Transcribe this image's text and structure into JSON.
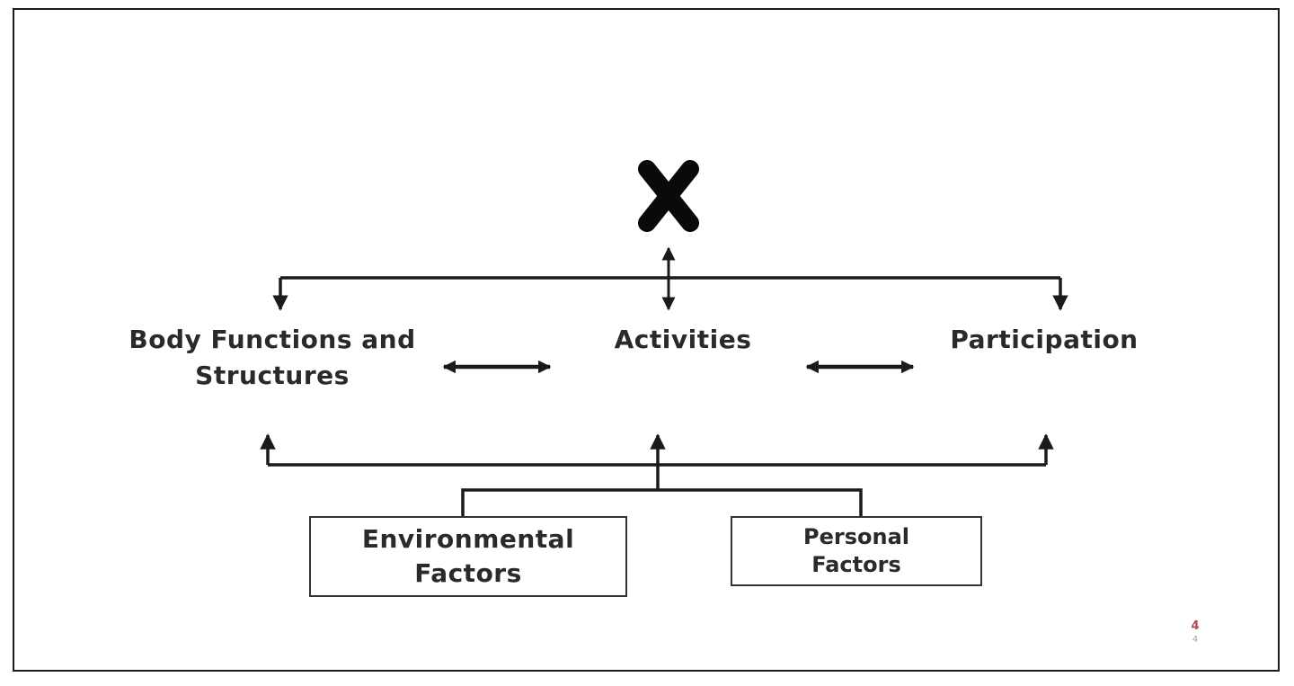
{
  "diagram": {
    "top_symbol": "x-mark-icon",
    "nodes": {
      "body_functions_line1": "Body Functions and",
      "body_functions_line2": "Structures",
      "activities": "Activities",
      "participation": "Participation"
    },
    "factors": {
      "environmental_line1": "Environmental",
      "environmental_line2": "Factors",
      "personal_line1": "Personal",
      "personal_line2": "Factors"
    },
    "page_number": "4",
    "page_number_sub": "4"
  },
  "colors": {
    "line": "#1a1a1a",
    "text": "#2a2a2a",
    "page_number": "#b04a5a"
  }
}
